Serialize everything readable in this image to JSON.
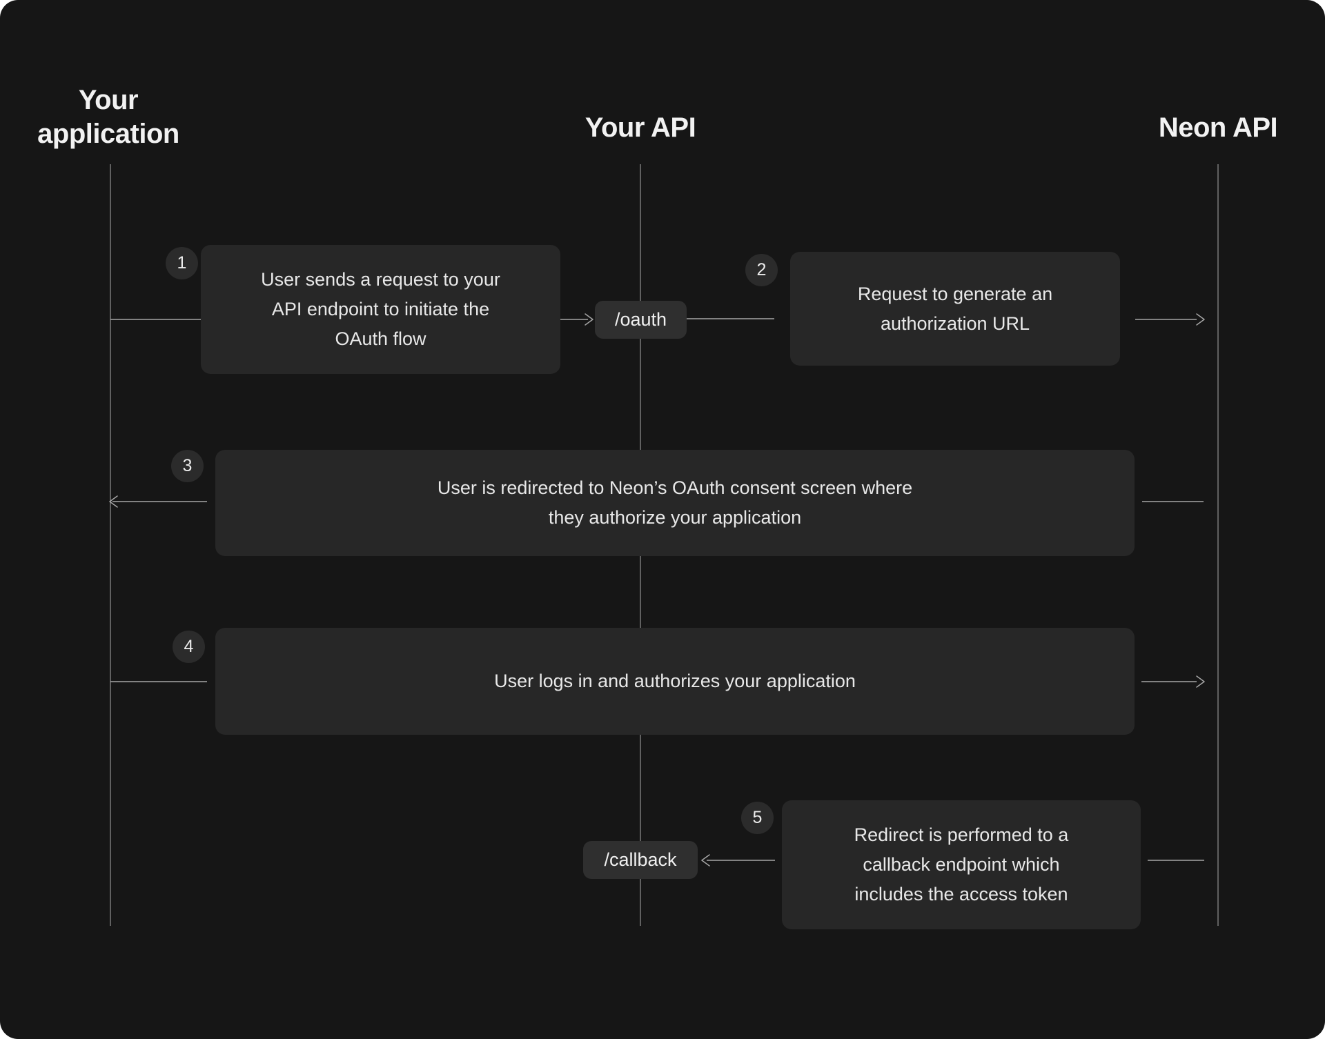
{
  "diagram": {
    "title_semantic": "OAuth flow sequence diagram",
    "lanes": [
      {
        "id": "your-application",
        "label": "Your application"
      },
      {
        "id": "your-api",
        "label": "Your API"
      },
      {
        "id": "neon-api",
        "label": "Neon API"
      }
    ],
    "steps": [
      {
        "number": "1",
        "lines": [
          "User sends a request to your",
          "API endpoint to initiate the",
          "OAuth flow"
        ]
      },
      {
        "number": "2",
        "lines": [
          "Request to generate an",
          "authorization URL"
        ]
      },
      {
        "number": "3",
        "lines": [
          "User is redirected to Neon’s OAuth consent screen where",
          "they authorize your application"
        ]
      },
      {
        "number": "4",
        "lines": [
          "User logs in and authorizes your application"
        ]
      },
      {
        "number": "5",
        "lines": [
          "Redirect is performed to a",
          "callback endpoint which",
          "includes the access token"
        ]
      }
    ],
    "endpoints": [
      {
        "id": "oauth",
        "label": "/oauth"
      },
      {
        "id": "callback",
        "label": "/callback"
      }
    ],
    "colors": {
      "background": "#161616",
      "message_box": "#272727",
      "endpoint_chip": "#2f2f2f",
      "step_badge": "#2b2b2b",
      "text": "#e8e8e8",
      "heading_text": "#f2f2f2",
      "lifeline": "#787878",
      "connector": "#a6a6a6"
    }
  }
}
